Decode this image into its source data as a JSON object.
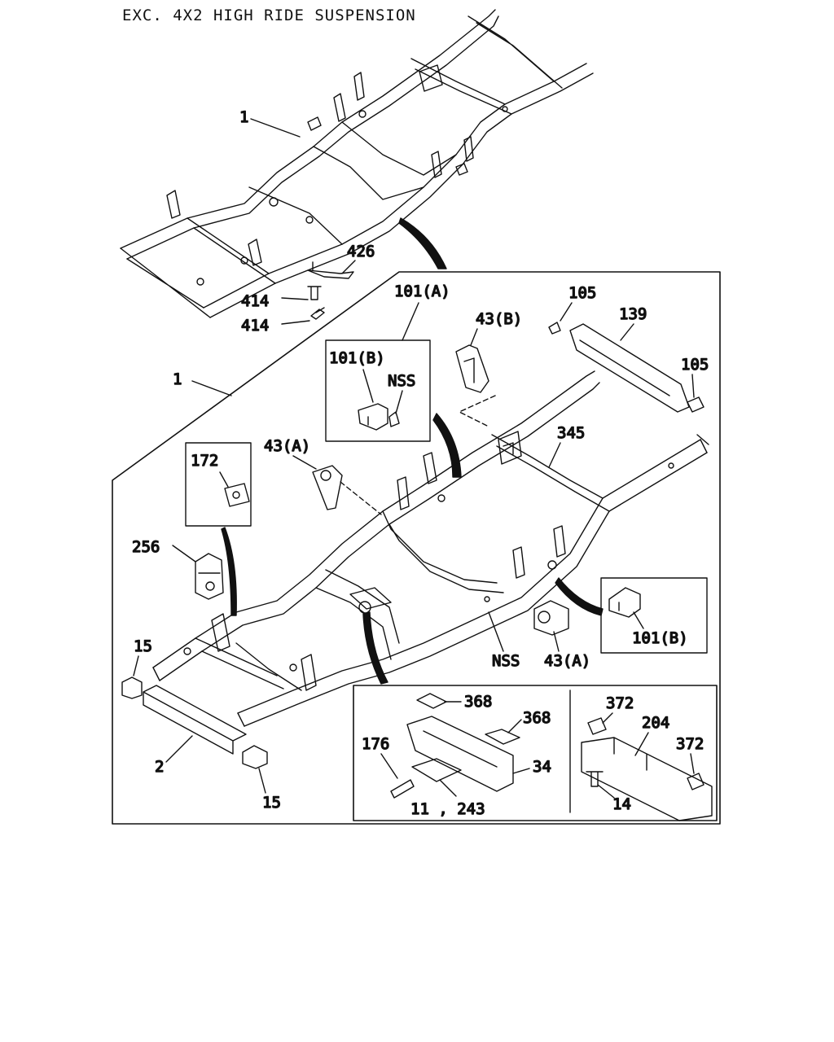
{
  "caption": "EXC. 4X2 HIGH RIDE SUSPENSION",
  "labels": {
    "frame_top": "1",
    "b426": "426",
    "b414a": "414",
    "b414b": "414",
    "b101A": "101(A)",
    "b105a": "105",
    "b139": "139",
    "b43B": "43(B)",
    "b105b": "105",
    "b1": "1",
    "b101B_inset": "101(B)",
    "nss_inset": "NSS",
    "b43A_top": "43(A)",
    "b345": "345",
    "b172": "172",
    "b256": "256",
    "b15a": "15",
    "b2": "2",
    "b15b": "15",
    "nss_bottom": "NSS",
    "b43A_bottom": "43(A)",
    "b101B_right": "101(B)",
    "b368a": "368",
    "b368b": "368",
    "b176": "176",
    "b34": "34",
    "b11_243": "11 , 243",
    "b372a": "372",
    "b204": "204",
    "b372b": "372",
    "b14": "14"
  }
}
